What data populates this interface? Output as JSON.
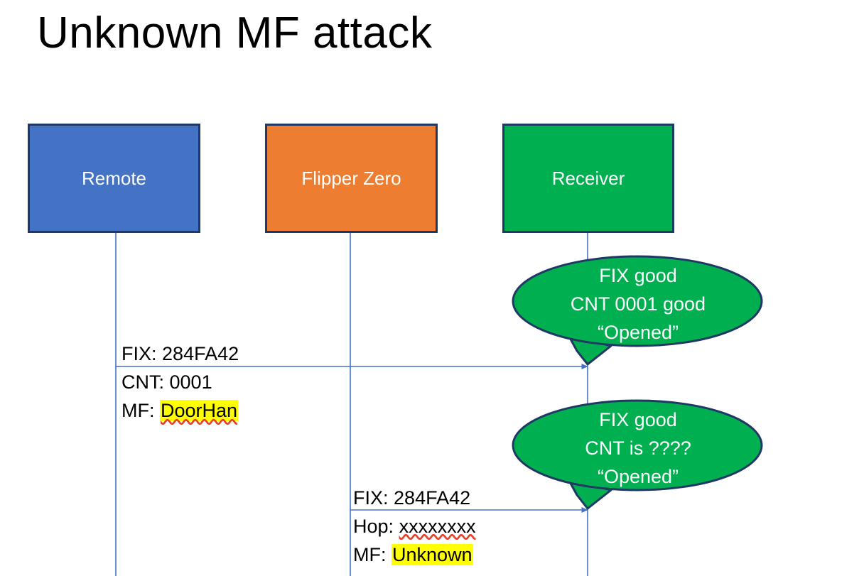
{
  "slide": {
    "title": "Unknown MF attack"
  },
  "colors": {
    "remote_fill": "#4472C4",
    "flipper_fill": "#ED7D31",
    "receiver_fill": "#00B050",
    "box_border": "#1F3864",
    "lifeline": "#4472C4",
    "arrow": "#4472C4",
    "highlight": "#FFFF00",
    "spellcheck_underline": "#E8402A",
    "bubble_fill": "#00B050",
    "bubble_border": "#1F3864",
    "text": "#000000",
    "box_text": "#FFFFFF"
  },
  "actors": [
    {
      "id": "remote",
      "label": "Remote"
    },
    {
      "id": "flipper",
      "label": "Flipper Zero"
    },
    {
      "id": "receiver",
      "label": "Receiver"
    }
  ],
  "messages": [
    {
      "id": "remote-to-receiver",
      "from": "remote",
      "to": "receiver",
      "lines": [
        {
          "label": "FIX:",
          "value": "284FA42",
          "highlight": false,
          "spellcheck": false
        },
        {
          "label": "CNT:",
          "value": "0001",
          "highlight": false,
          "spellcheck": false
        },
        {
          "label": "MF:",
          "value": "DoorHan",
          "highlight": true,
          "spellcheck": true
        }
      ]
    },
    {
      "id": "flipper-to-receiver",
      "from": "flipper",
      "to": "receiver",
      "lines": [
        {
          "label": "FIX:",
          "value": "284FA42",
          "highlight": false,
          "spellcheck": false
        },
        {
          "label": "Hop:",
          "value": "xxxxxxxx",
          "highlight": false,
          "spellcheck": true
        },
        {
          "label": "MF:",
          "value": "Unknown",
          "highlight": true,
          "spellcheck": false
        }
      ]
    }
  ],
  "bubbles": [
    {
      "id": "bubble-1",
      "owner": "receiver",
      "lines": [
        "FIX good",
        "CNT 0001 good",
        "“Opened”"
      ]
    },
    {
      "id": "bubble-2",
      "owner": "receiver",
      "lines": [
        "FIX good",
        "CNT is ????",
        "“Opened”"
      ]
    }
  ]
}
